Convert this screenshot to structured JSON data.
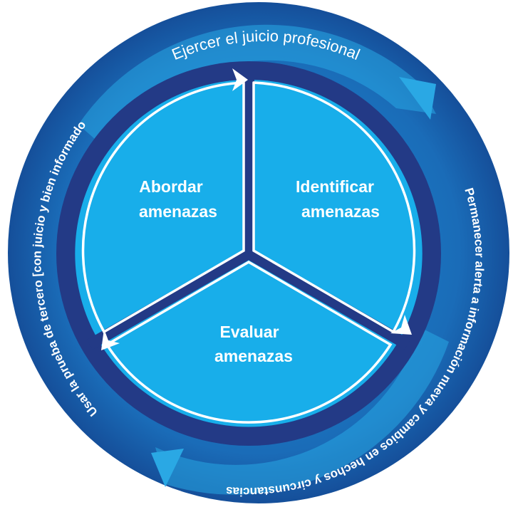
{
  "colors": {
    "outer_ring_dark": "#1a5aa8",
    "outer_ring_light": "#1e9ad8",
    "band_navy": "#233a86",
    "segment_fill": "#18aeea",
    "divider": "#ffffff"
  },
  "ring": {
    "top": "Ejercer el juicio profesional",
    "right": "Permanecer alerta a información nueva y cambios en hechos y circunstancias",
    "left": "Usar la prueba de tercero [con juicio y bien informado"
  },
  "segments": {
    "address": {
      "line1": "Abordar",
      "line2": "amenazas"
    },
    "identify": {
      "line1": "Identificar",
      "line2": "amenazas"
    },
    "evaluate": {
      "line1": "Evaluar",
      "line2": "amenazas"
    }
  }
}
